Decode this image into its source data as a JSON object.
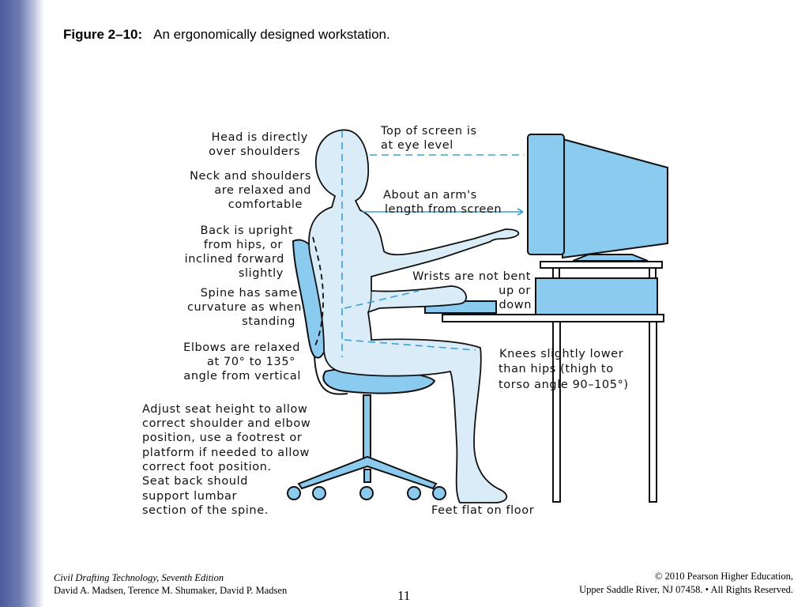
{
  "figure": {
    "label": "Figure 2–10:",
    "caption": "An ergonomically designed workstation."
  },
  "callouts": {
    "head": [
      "Head is directly",
      "over shoulders"
    ],
    "neck": [
      "Neck and shoulders",
      "are relaxed and",
      "comfortable"
    ],
    "back": [
      "Back is upright",
      "from hips, or",
      "inclined forward",
      "slightly"
    ],
    "spine": [
      "Spine has same",
      "curvature as when",
      "standing"
    ],
    "elbows": [
      "Elbows are relaxed",
      "at 70° to 135°",
      "angle from vertical"
    ],
    "seat": [
      "Adjust seat height to allow",
      "correct shoulder and elbow",
      "position, use a footrest or",
      "platform if needed to allow",
      "correct foot position.",
      "Seat back should",
      "support lumbar",
      "section of the spine."
    ],
    "screen_top": [
      "Top of screen is",
      "at eye level"
    ],
    "arm_length": [
      "About an arm's",
      "length from screen"
    ],
    "wrists": [
      "Wrists are not bent",
      "up or",
      "down"
    ],
    "knees": [
      "Knees slightly lower",
      "than hips (thigh to",
      "torso angle 90–105°)"
    ],
    "feet": [
      "Feet flat on floor"
    ]
  },
  "colors": {
    "figure_fill": "#d9ecf8",
    "equipment_fill": "#8ccbf0",
    "guide_line": "#3aa0d8"
  },
  "footer": {
    "book_title": "Civil Drafting Technology, Seventh Edition",
    "authors": "David A. Madsen, Terence M. Shumaker, David P. Madsen",
    "page_number": "11",
    "copyright": "© 2010 Pearson Higher Education,",
    "address": "Upper Saddle River, NJ 07458. • All Rights Reserved."
  }
}
